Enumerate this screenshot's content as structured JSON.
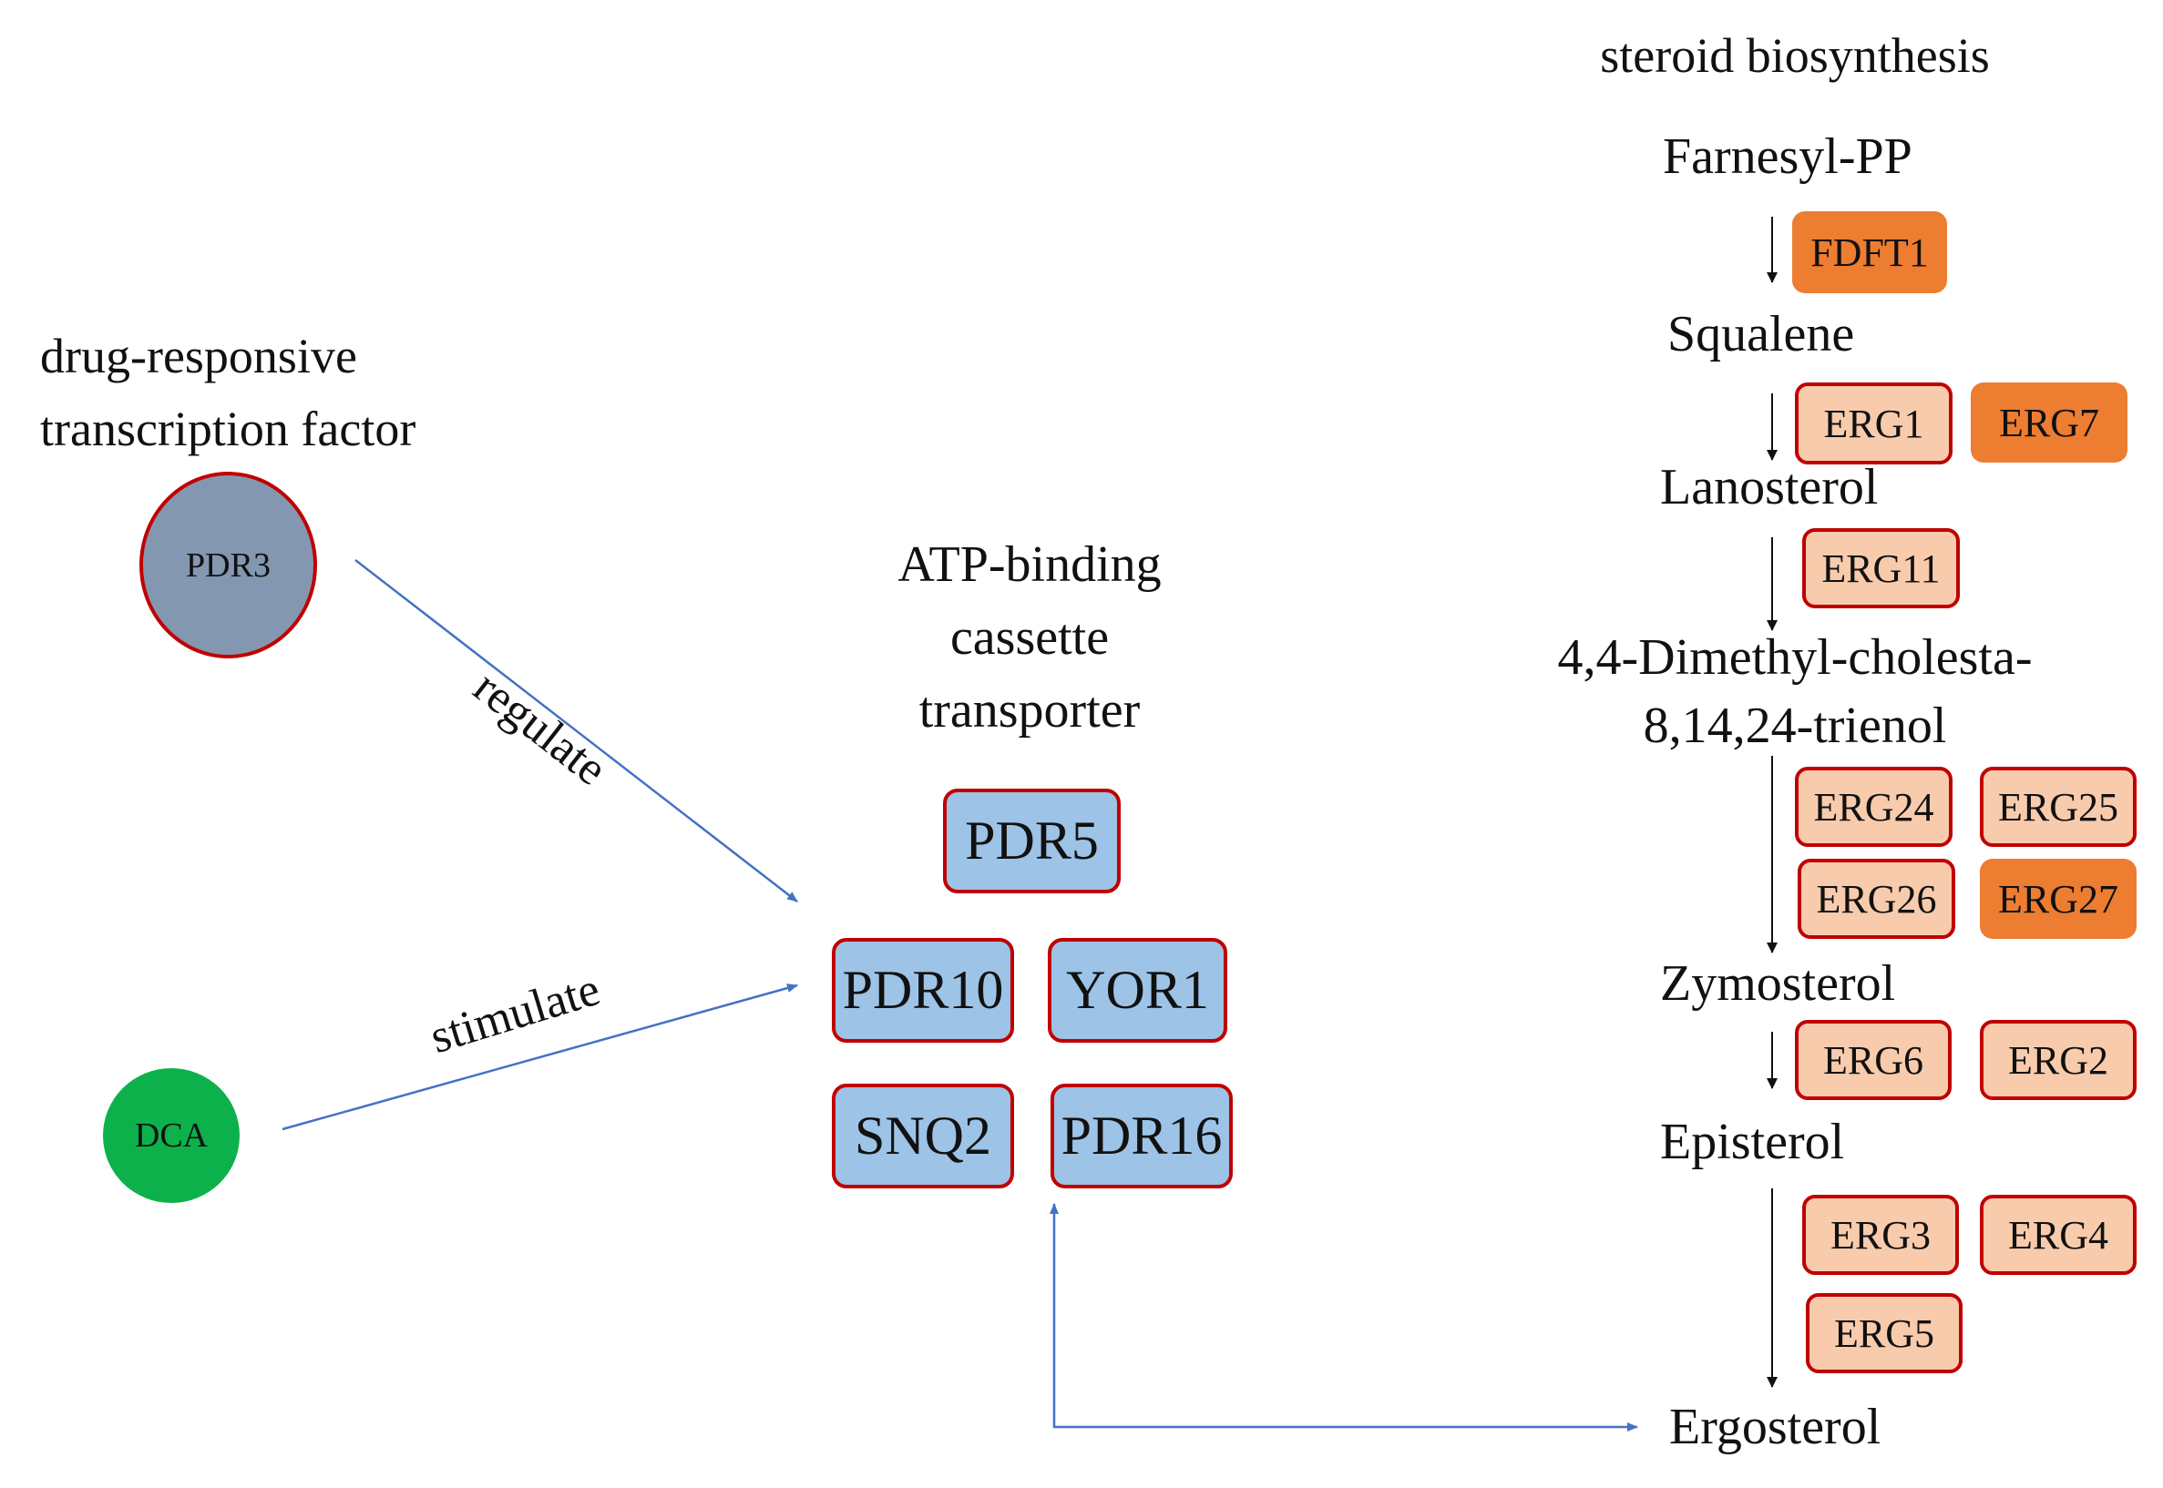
{
  "colors": {
    "tf_node": "#8497b0",
    "dca_node": "#0db14b",
    "abc_fill": "#9dc3e6",
    "erg_light": "#f8cbad",
    "erg_dark": "#ed7d31",
    "border_red": "#c00000",
    "arrow_blue": "#4472c4",
    "arrow_black": "#111111"
  },
  "left": {
    "tf_label": [
      "drug-responsive",
      "transcription factor"
    ],
    "pdr3": "PDR3",
    "dca": "DCA",
    "regulate": "regulate",
    "stimulate": "stimulate"
  },
  "abc": {
    "title": [
      "ATP-binding",
      "cassette",
      "transporter"
    ],
    "genes": [
      "PDR5",
      "PDR10",
      "YOR1",
      "SNQ2",
      "PDR16"
    ]
  },
  "pathway": {
    "title": "steroid biosynthesis",
    "metabolites": [
      "Farnesyl-PP",
      "Squalene",
      "Lanosterol",
      "4,4-Dimethyl-cholesta-",
      "8,14,24-trienol",
      "Zymosterol",
      "Episterol",
      "Ergosterol"
    ],
    "enzymes": [
      {
        "name": "FDFT1",
        "level": "dark"
      },
      {
        "name": "ERG1",
        "level": "light"
      },
      {
        "name": "ERG7",
        "level": "dark"
      },
      {
        "name": "ERG11",
        "level": "light"
      },
      {
        "name": "ERG24",
        "level": "light"
      },
      {
        "name": "ERG25",
        "level": "light"
      },
      {
        "name": "ERG26",
        "level": "light"
      },
      {
        "name": "ERG27",
        "level": "dark"
      },
      {
        "name": "ERG6",
        "level": "light"
      },
      {
        "name": "ERG2",
        "level": "light"
      },
      {
        "name": "ERG3",
        "level": "light"
      },
      {
        "name": "ERG4",
        "level": "light"
      },
      {
        "name": "ERG5",
        "level": "light"
      }
    ]
  }
}
